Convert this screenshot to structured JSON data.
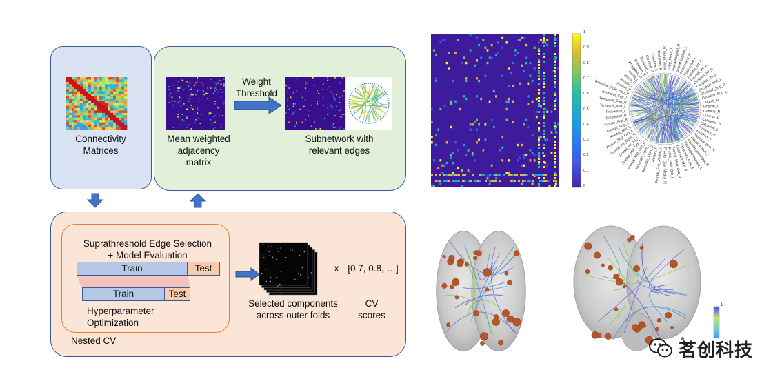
{
  "connectivity": {
    "label_line1": "Connectivity",
    "label_line2": "Matrices"
  },
  "mean_matrix": {
    "label_line1": "Mean weighted",
    "label_line2": "adjacency",
    "label_line3": "matrix"
  },
  "threshold": {
    "label_line1": "Weight",
    "label_line2": "Threshold"
  },
  "subnetwork": {
    "label_line1": "Subnetwork with",
    "label_line2": "relevant edges"
  },
  "nested_cv": {
    "title_line1": "Suprathreshold Edge Selection",
    "title_line2": "+ Model Evaluation",
    "outer_train": "Train",
    "outer_test": "Test",
    "inner_train": "Train",
    "inner_test": "Test",
    "hyper_line1": "Hyperparameter",
    "hyper_line2": "Optimization",
    "label": "Nested CV"
  },
  "selected": {
    "label_line1": "Selected components",
    "label_line2": "across outer folds"
  },
  "multiply": "x",
  "cv_scores": {
    "values": "[0.7, 0.8, …]",
    "label_line1": "CV",
    "label_line2": "scores"
  },
  "colorbar_ticks": [
    "1",
    "0.9",
    "0.8",
    "0.7",
    "0.6",
    "0.5",
    "0.4",
    "0.3",
    "0.2",
    "0.1",
    "0"
  ],
  "brain_colorbar_tick": "1",
  "circle_regions": [
    "Supp_Motor_R",
    "Supp_Motor_L",
    "SupraMarginal_R",
    "SupraMarginal_L",
    "Postcentral_R",
    "Postcentral_L",
    "Parietal_Inf_R",
    "Parietal_Inf_L",
    "Occipital_Inf_R",
    "Occipital_Inf_L",
    "Occipital_Mid_L",
    "Occipital_Sup_R",
    "Occipital_Sup_L",
    "Lingual_R",
    "Lingual_L",
    "Cuneus_R",
    "Cuneus_L",
    "Calcarine_R",
    "Calcarine_L",
    "Fusiform_R",
    "Fusiform_L",
    "Hippocampus_R",
    "Hippocampus_L",
    "ParaHippocampal_R",
    "ParaHippocampal_L",
    "Cingulum_Post_R",
    "Cingulum_Mid_R",
    "Frontal_Med_Orb_R",
    "Frontal_Med_Orb_L",
    "Frontal_Sup_Medial_R",
    "Frontal_Sup_Medial_L",
    "Rectus_R",
    "Rolandic_Oper_R",
    "Rolandic_Oper_L",
    "Frontal_Mid_Orb_R",
    "Frontal_Mid_Orb_L",
    "Frontal_Inf_Tri_L",
    "Frontal_Inf_Oper_R",
    "Frontal_Sup_Orb_L",
    "Frontal_Mid_L",
    "Frontal_Sup_L",
    "Frontal_Sup_R",
    "Precentral_R",
    "Precentral_L",
    "Temporal_Mid_L",
    "Temporal_Sup_R",
    "Temporal_Sup_L",
    "Temporal_Pole_Sup_R",
    "Heschl_R",
    "Heschl_L",
    "Insula_R",
    "Insula_L",
    "Amygdala_R",
    "Putamen_R",
    "Putamen_L",
    "Caudate_R",
    "Caudate_L",
    "Thalamus_R"
  ],
  "watermark": "茗创科技",
  "colors": {
    "panel_blue": "#dae3f3",
    "panel_green": "#e2efd9",
    "panel_orange": "#fbe5d6",
    "border": "#3b5a9a",
    "arrow": "#4472c4",
    "inner_orange": "#ed7d31",
    "train_fill": "#b4c7e7",
    "test_fill": "#f8cbad",
    "matrix_bg": "#3a0f8f"
  }
}
